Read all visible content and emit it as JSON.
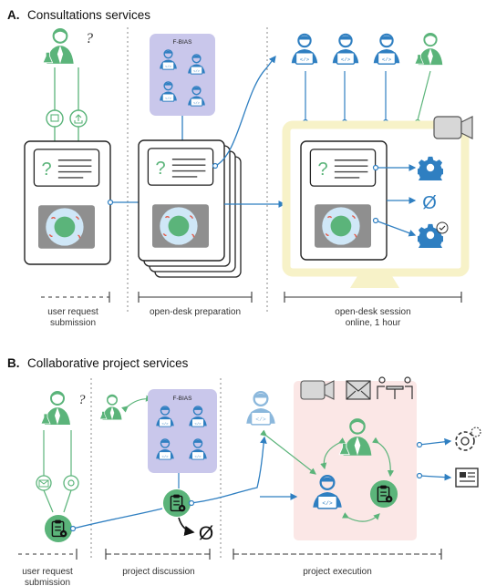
{
  "section_a": {
    "letter": "A.",
    "title": "Consultations services",
    "fbias_label": "F-BIAS",
    "stages": [
      "user request",
      "submission",
      "open-desk preparation",
      "open-desk session",
      "online, 1 hour"
    ]
  },
  "section_b": {
    "letter": "B.",
    "title": "Collaborative project services",
    "fbias_label": "F-BIAS",
    "stages": [
      "user request",
      "submission",
      "project discussion",
      "project execution"
    ]
  },
  "glyphs": {
    "question": "?",
    "empty_set": "Ø"
  },
  "colors": {
    "green": "#5bb47a",
    "blue": "#2f7fc1",
    "light_blue": "#9fc3e3",
    "purple_panel": "#c9c7eb",
    "yellow_frame": "#f7f2c8",
    "pink_panel": "#fbe7e6"
  },
  "icons": [
    "scientist-icon",
    "developer-icon",
    "upload-icon",
    "microscope-icon",
    "camera-icon",
    "gear-icon",
    "gear-check-icon",
    "clipboard-icon",
    "mail-icon",
    "meeting-icon",
    "report-icon",
    "null-icon"
  ]
}
